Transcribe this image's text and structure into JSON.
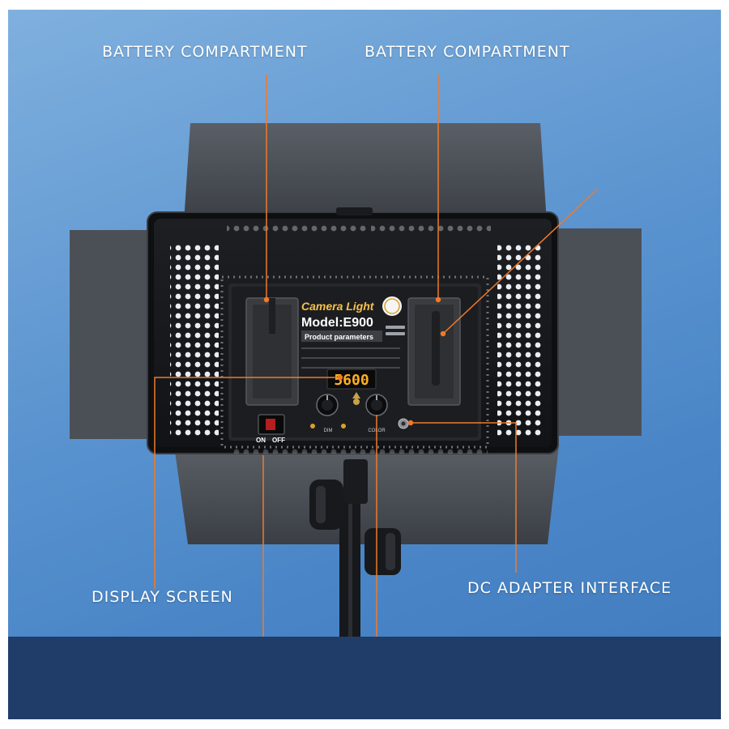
{
  "callouts": {
    "battery_left": "BATTERY COMPARTMENT",
    "battery_right": "BATTERY COMPARTMENT",
    "display": "DISPLAY SCREEN",
    "dc": "DC ADAPTER INTERFACE"
  },
  "panel": {
    "brand": "Camera Light",
    "model": "Model:E900",
    "params_title": "Product parameters",
    "display_value": "5600",
    "switch_on": "ON",
    "switch_off": "OFF",
    "dim_label": "DIM",
    "color_label": "COLOR"
  },
  "colors": {
    "background": "#5a93cf",
    "band": "#1f3d68",
    "leader": "#f07a2a",
    "display_digits": "#ffb020",
    "brand_text": "#f5c24a"
  }
}
